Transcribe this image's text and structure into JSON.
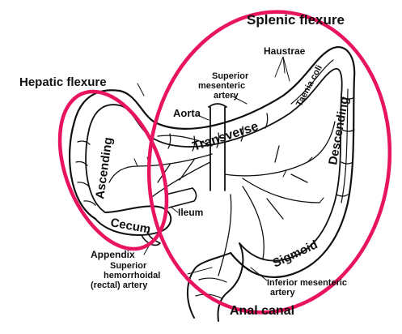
{
  "labels": {
    "splenic_flexure": "Splenic flexure",
    "haustrae": "Haustrae",
    "superior_mesenteric_artery_1": "Superior",
    "superior_mesenteric_artery_2": "mesenteric",
    "superior_mesenteric_artery_3": "artery",
    "taenia_coli": "Taenia coli",
    "hepatic_flexure": "Hepatic flexure",
    "aorta": "Aorta",
    "transverse": "Transverse",
    "descending": "Descending",
    "ascending": "Ascending",
    "ileum": "Ileum",
    "cecum": "Cecum",
    "sigmoid": "Sigmoid",
    "appendix": "Appendix",
    "superior_hemorrhoidal_1": "Superior",
    "superior_hemorrhoidal_2": "hemorrhoidal",
    "superior_hemorrhoidal_3": "(rectal) artery",
    "inferior_mesenteric_1": "Inferior mesenteric",
    "inferior_mesenteric_2": "artery",
    "anal_canal": "Anal canal"
  },
  "colors": {
    "highlight": "#e8145f",
    "ink": "#111111"
  }
}
